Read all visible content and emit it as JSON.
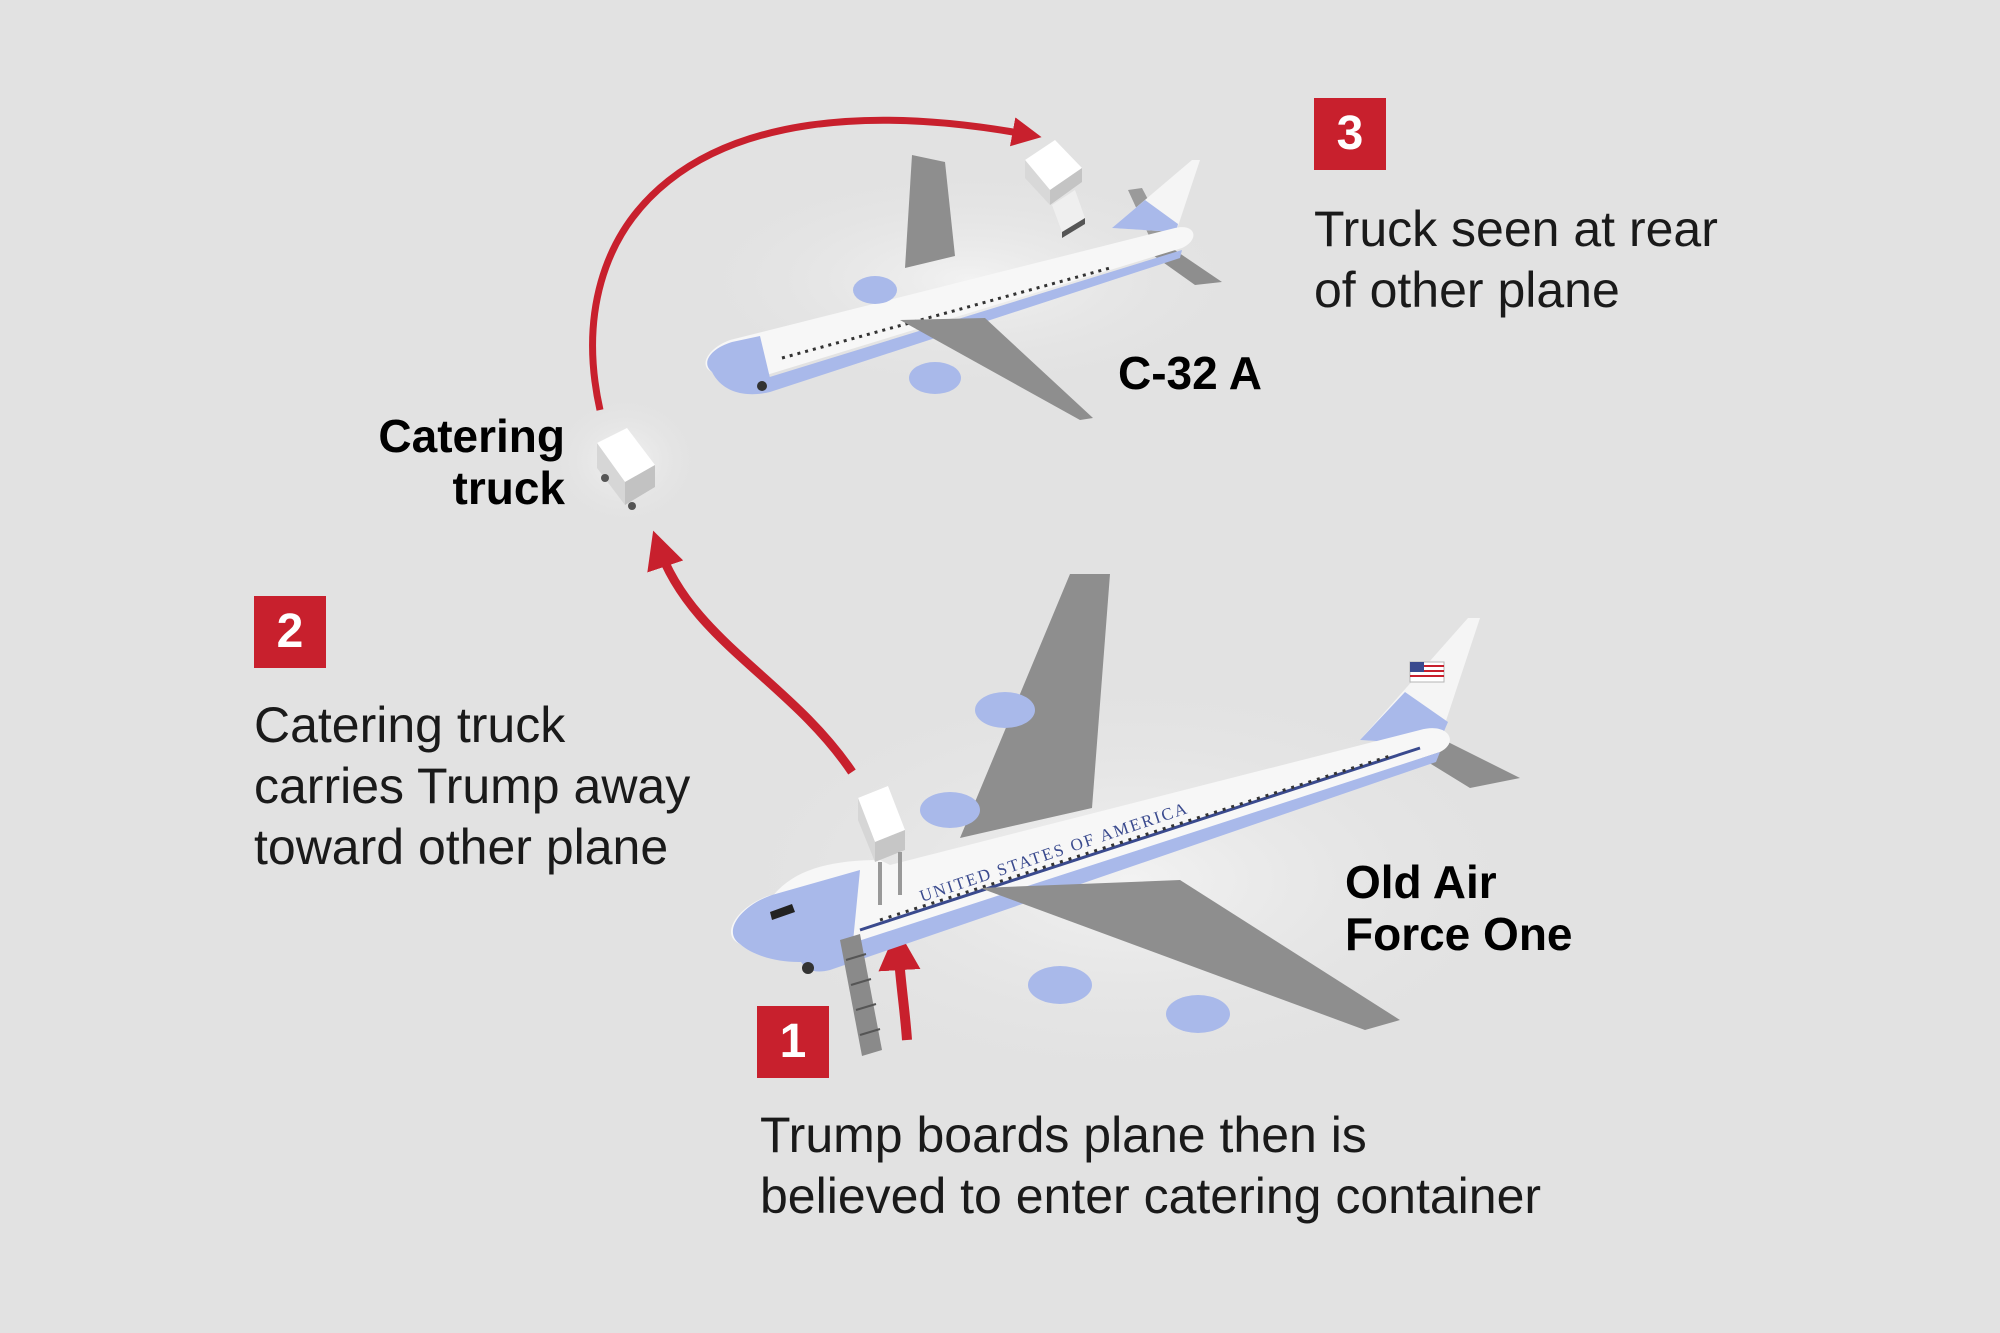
{
  "colors": {
    "background": "#e2e2e2",
    "accent_red": "#c8202d",
    "plane_white": "#f7f7f7",
    "plane_blue": "#a9b9ea",
    "wing_gray": "#8e8e8e",
    "text": "#1a1a1a"
  },
  "steps": [
    {
      "number": "1",
      "lines": [
        "Trump boards plane then is",
        "believed to enter catering container"
      ]
    },
    {
      "number": "2",
      "lines": [
        "Catering truck",
        "carries Trump away",
        "toward other plane"
      ]
    },
    {
      "number": "3",
      "lines": [
        "Truck seen at rear",
        "of other plane"
      ]
    }
  ],
  "labels": {
    "catering_truck": [
      "Catering",
      "truck"
    ],
    "c32a": "C-32 A",
    "old_af1": [
      "Old Air",
      "Force One"
    ]
  },
  "fuselage_text": "UNITED STATES OF AMERICA",
  "icons": {
    "main_plane": "boeing-747-air-force-one-icon",
    "small_plane": "c-32a-boeing-757-icon",
    "truck": "catering-truck-icon",
    "arrow": "red-curved-arrow-icon",
    "flag": "us-flag-icon"
  }
}
